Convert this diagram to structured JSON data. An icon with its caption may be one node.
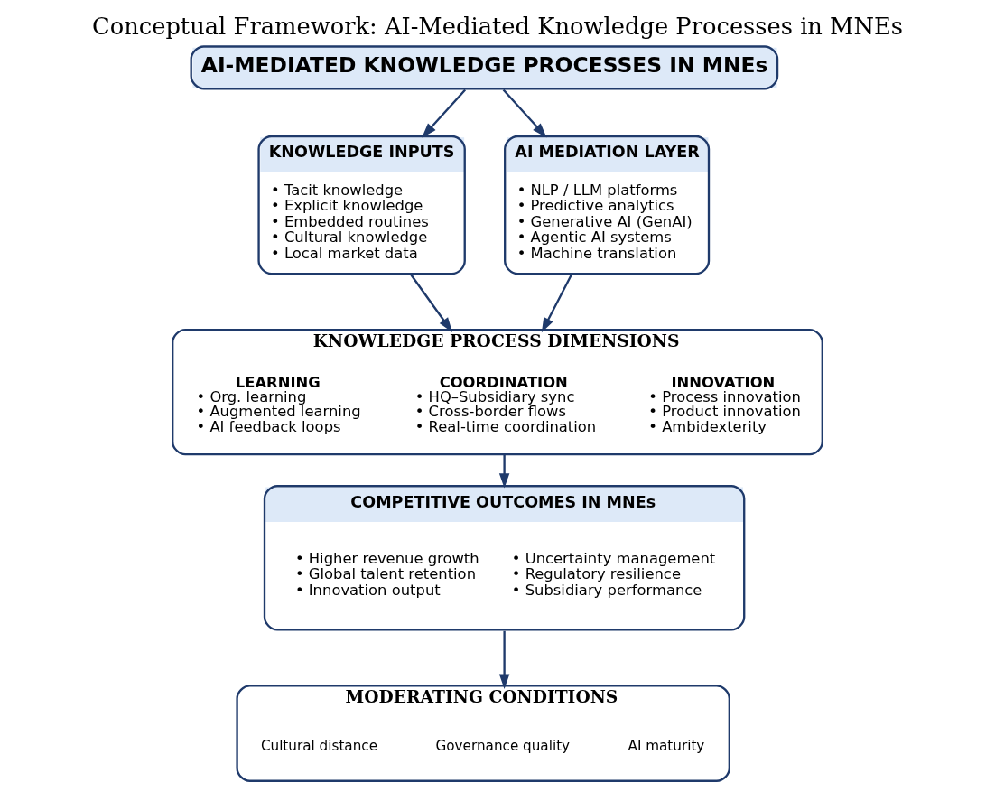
{
  "diagram": {
    "title": "Conceptual Framework: AI-Mediated Knowledge Processes in MNEs",
    "nodes": [
      {
        "text": [
          "AI-MEDIATED KNOWLEDGE PROCESSES IN MNEs"
        ]
      },
      {
        "text": [
          "KNOWLEDGE INPUTS",
          "• Tacit knowledge",
          "• Explicit knowledge",
          "• Embedded routines",
          "• Cultural knowledge",
          "• Local market data"
        ]
      },
      {
        "text": [
          "AI MEDIATION LAYER",
          "• NLP / LLM platforms",
          "• Predictive analytics",
          "• Generative AI (GenAI)",
          "• Agentic AI systems",
          "• Machine translation"
        ]
      },
      {
        "text": [
          "KNOWLEDGE PROCESS DIMENSIONS"
        ]
      },
      {
        "text": [
          "LEARNING",
          "• Org. learning",
          "• Augmented learning",
          "• AI feedback loops"
        ],
        "in": 3
      },
      {
        "text": [
          "COORDINATION",
          "• HQ–Subsidiary sync",
          "• Cross-border flows",
          "• Real-time coordination"
        ],
        "in": 3
      },
      {
        "text": [
          "INNOVATION",
          "• Process innovation",
          "• Product innovation",
          "• Ambidexterity"
        ],
        "in": 3
      },
      {
        "text": [
          "COMPETITIVE OUTCOMES IN MNEs",
          "• Higher revenue growth",
          "• Global talent retention",
          "• Innovation output",
          "• Uncertainty management",
          "• Regulatory resilience",
          "• Subsidiary performance"
        ]
      },
      {
        "text": [
          "MODERATING CONDITIONS"
        ]
      },
      {
        "text": [
          "Cultural distance"
        ],
        "in": 8
      },
      {
        "text": [
          "Governance quality"
        ],
        "in": 8
      },
      {
        "text": [
          "AI maturity"
        ],
        "in": 8
      }
    ],
    "edges": [
      {
        "from": 0,
        "to": 1,
        "arrow": "to"
      },
      {
        "from": 0,
        "to": 2,
        "arrow": "to"
      },
      {
        "from": 1,
        "to": 3,
        "arrow": "to"
      },
      {
        "from": 2,
        "to": 3,
        "arrow": "to"
      },
      {
        "from": 3,
        "to": 7,
        "arrow": "to"
      },
      {
        "from": 7,
        "to": 8,
        "arrow": "to"
      }
    ]
  }
}
